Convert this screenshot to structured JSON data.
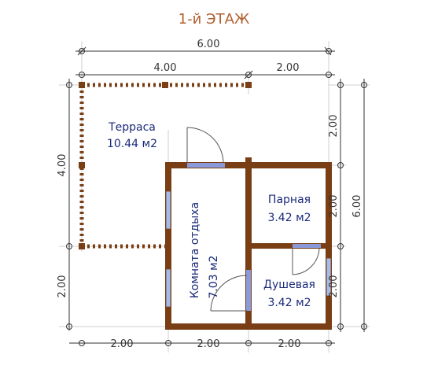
{
  "title": "1-й ЭТАЖ",
  "dimensions": {
    "top_total": "6.00",
    "top_left": "4.00",
    "top_right": "2.00",
    "bottom_1": "2.00",
    "bottom_2": "2.00",
    "bottom_3": "2.00",
    "left_upper": "4.00",
    "left_lower": "2.00",
    "right_1": "2.00",
    "right_2": "2.00",
    "right_3": "2.00",
    "right_total": "6.00"
  },
  "rooms": {
    "terrace": {
      "name": "Терраса",
      "area": "10.44 м2"
    },
    "steam": {
      "name": "Парная",
      "area": "3.42 м2"
    },
    "shower": {
      "name": "Душевая",
      "area": "3.42 м2"
    },
    "lounge": {
      "name": "Комната отдыха",
      "area": "7.03 м2"
    }
  },
  "colors": {
    "title": "#b06030",
    "wall": "#7a3e14",
    "window": "#a3bcec",
    "door": "#8a9ad8",
    "dim": "#333333",
    "guide": "#cfcfcf",
    "room_text": "#1a2a7a"
  }
}
